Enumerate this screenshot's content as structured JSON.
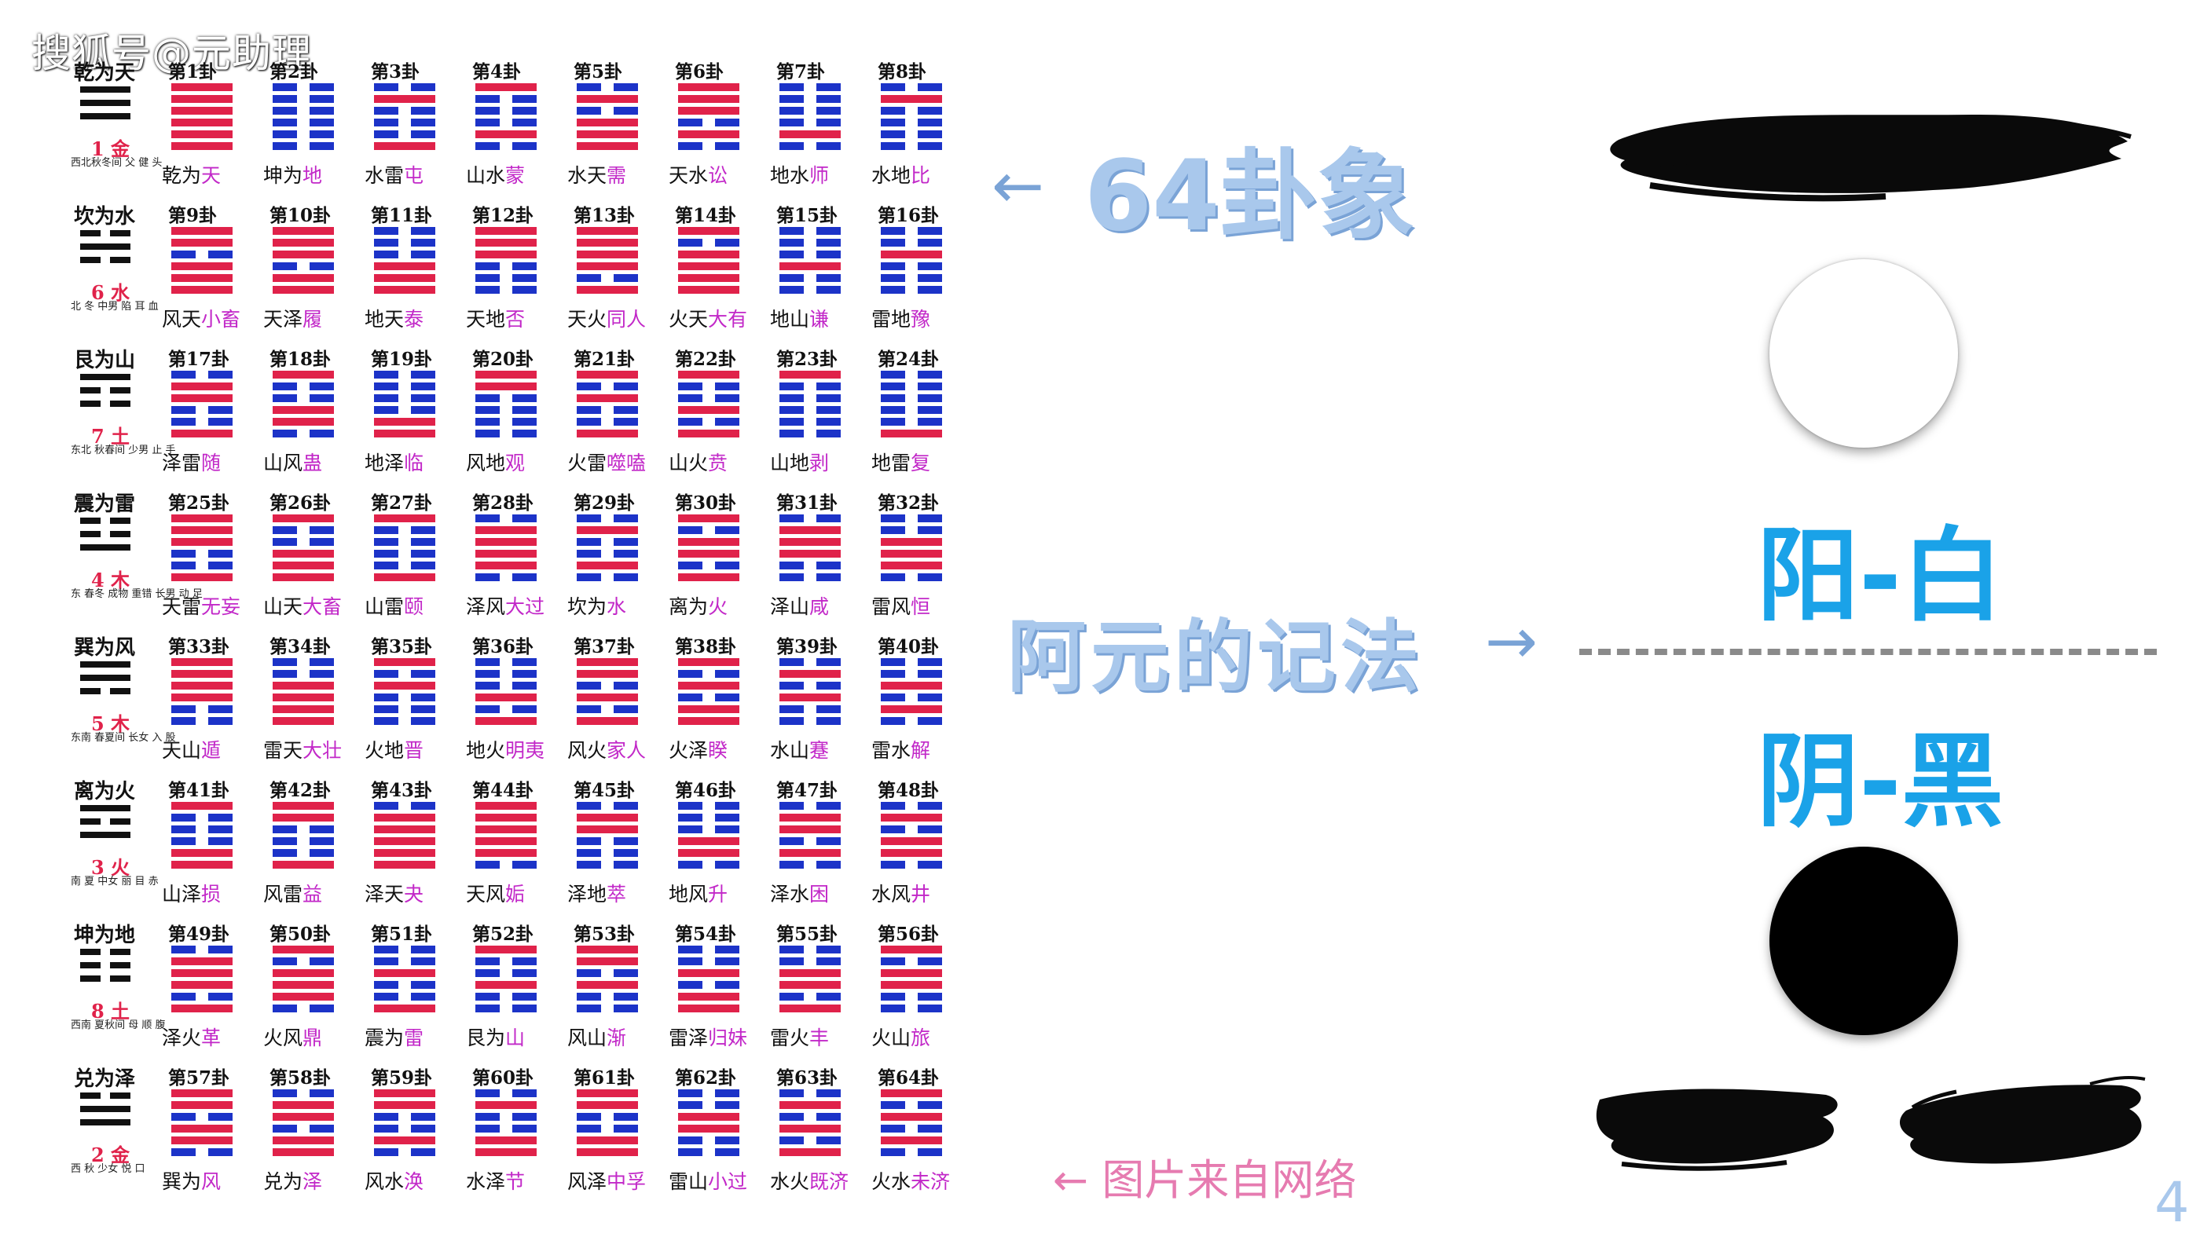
{
  "watermark": "搜狐号@元助理",
  "colors": {
    "yang_line": "#e0224a",
    "yin_line": "#1c33c8",
    "accent_blue": "#1aa2e8",
    "soft_blue": "#a9c8ec",
    "pink": "#e67bb0"
  },
  "trigrams": [
    {
      "name": "乾为天",
      "lines": "111",
      "number": "1 金",
      "sub": "西北秋冬间 父 健 头"
    },
    {
      "name": "坎为水",
      "lines": "010",
      "number": "6 水",
      "sub": "北 冬 中男 陷 耳 血"
    },
    {
      "name": "艮为山",
      "lines": "100",
      "number": "7 土",
      "sub": "东北 秋春间 少男 止 手"
    },
    {
      "name": "震为雷",
      "lines": "001",
      "number": "4 木",
      "sub": "东 春冬 成物 重错 长男 动 足"
    },
    {
      "name": "巽为风",
      "lines": "110",
      "number": "5 木",
      "sub": "东南 春夏间 长女 入 股"
    },
    {
      "name": "离为火",
      "lines": "101",
      "number": "3 火",
      "sub": "南 夏 中女 丽 目 赤"
    },
    {
      "name": "坤为地",
      "lines": "000",
      "number": "8 土",
      "sub": "西南 夏秋间 母 顺 腹"
    },
    {
      "name": "兑为泽",
      "lines": "011",
      "number": "2 金",
      "sub": "西 秋 少女 悦 口"
    }
  ],
  "hexagrams": [
    {
      "n": "第1卦",
      "a": "乾为",
      "b": "天",
      "l": "111111"
    },
    {
      "n": "第2卦",
      "a": "坤为",
      "b": "地",
      "l": "000000"
    },
    {
      "n": "第3卦",
      "a": "水雷",
      "b": "屯",
      "l": "010001"
    },
    {
      "n": "第4卦",
      "a": "山水",
      "b": "蒙",
      "l": "100010"
    },
    {
      "n": "第5卦",
      "a": "水天",
      "b": "需",
      "l": "010111"
    },
    {
      "n": "第6卦",
      "a": "天水",
      "b": "讼",
      "l": "111010"
    },
    {
      "n": "第7卦",
      "a": "地水",
      "b": "师",
      "l": "000010"
    },
    {
      "n": "第8卦",
      "a": "水地",
      "b": "比",
      "l": "010000"
    },
    {
      "n": "第9卦",
      "a": "风天",
      "b": "小畜",
      "l": "110111"
    },
    {
      "n": "第10卦",
      "a": "天泽",
      "b": "履",
      "l": "111011"
    },
    {
      "n": "第11卦",
      "a": "地天",
      "b": "泰",
      "l": "000111"
    },
    {
      "n": "第12卦",
      "a": "天地",
      "b": "否",
      "l": "111000"
    },
    {
      "n": "第13卦",
      "a": "天火",
      "b": "同人",
      "l": "111101"
    },
    {
      "n": "第14卦",
      "a": "火天",
      "b": "大有",
      "l": "101111"
    },
    {
      "n": "第15卦",
      "a": "地山",
      "b": "谦",
      "l": "000100"
    },
    {
      "n": "第16卦",
      "a": "雷地",
      "b": "豫",
      "l": "001000"
    },
    {
      "n": "第17卦",
      "a": "泽雷",
      "b": "随",
      "l": "011001"
    },
    {
      "n": "第18卦",
      "a": "山风",
      "b": "蛊",
      "l": "100110"
    },
    {
      "n": "第19卦",
      "a": "地泽",
      "b": "临",
      "l": "000011"
    },
    {
      "n": "第20卦",
      "a": "风地",
      "b": "观",
      "l": "110000"
    },
    {
      "n": "第21卦",
      "a": "火雷",
      "b": "噬嗑",
      "l": "101001"
    },
    {
      "n": "第22卦",
      "a": "山火",
      "b": "贲",
      "l": "100101"
    },
    {
      "n": "第23卦",
      "a": "山地",
      "b": "剥",
      "l": "100000"
    },
    {
      "n": "第24卦",
      "a": "地雷",
      "b": "复",
      "l": "000001"
    },
    {
      "n": "第25卦",
      "a": "天雷",
      "b": "无妄",
      "l": "111001"
    },
    {
      "n": "第26卦",
      "a": "山天",
      "b": "大畜",
      "l": "100111"
    },
    {
      "n": "第27卦",
      "a": "山雷",
      "b": "颐",
      "l": "100001"
    },
    {
      "n": "第28卦",
      "a": "泽风",
      "b": "大过",
      "l": "011110"
    },
    {
      "n": "第29卦",
      "a": "坎为",
      "b": "水",
      "l": "010010"
    },
    {
      "n": "第30卦",
      "a": "离为",
      "b": "火",
      "l": "101101"
    },
    {
      "n": "第31卦",
      "a": "泽山",
      "b": "咸",
      "l": "011100"
    },
    {
      "n": "第32卦",
      "a": "雷风",
      "b": "恒",
      "l": "001110"
    },
    {
      "n": "第33卦",
      "a": "天山",
      "b": "遁",
      "l": "111100"
    },
    {
      "n": "第34卦",
      "a": "雷天",
      "b": "大壮",
      "l": "001111"
    },
    {
      "n": "第35卦",
      "a": "火地",
      "b": "晋",
      "l": "101000"
    },
    {
      "n": "第36卦",
      "a": "地火",
      "b": "明夷",
      "l": "000101"
    },
    {
      "n": "第37卦",
      "a": "风火",
      "b": "家人",
      "l": "110101"
    },
    {
      "n": "第38卦",
      "a": "火泽",
      "b": "睽",
      "l": "101011"
    },
    {
      "n": "第39卦",
      "a": "水山",
      "b": "蹇",
      "l": "010100"
    },
    {
      "n": "第40卦",
      "a": "雷水",
      "b": "解",
      "l": "001010"
    },
    {
      "n": "第41卦",
      "a": "山泽",
      "b": "损",
      "l": "100011"
    },
    {
      "n": "第42卦",
      "a": "风雷",
      "b": "益",
      "l": "110001"
    },
    {
      "n": "第43卦",
      "a": "泽天",
      "b": "夬",
      "l": "011111"
    },
    {
      "n": "第44卦",
      "a": "天风",
      "b": "姤",
      "l": "111110"
    },
    {
      "n": "第45卦",
      "a": "泽地",
      "b": "萃",
      "l": "011000"
    },
    {
      "n": "第46卦",
      "a": "地风",
      "b": "升",
      "l": "000110"
    },
    {
      "n": "第47卦",
      "a": "泽水",
      "b": "困",
      "l": "011010"
    },
    {
      "n": "第48卦",
      "a": "水风",
      "b": "井",
      "l": "010110"
    },
    {
      "n": "第49卦",
      "a": "泽火",
      "b": "革",
      "l": "011101"
    },
    {
      "n": "第50卦",
      "a": "火风",
      "b": "鼎",
      "l": "101110"
    },
    {
      "n": "第51卦",
      "a": "震为",
      "b": "雷",
      "l": "001001"
    },
    {
      "n": "第52卦",
      "a": "艮为",
      "b": "山",
      "l": "100100"
    },
    {
      "n": "第53卦",
      "a": "风山",
      "b": "渐",
      "l": "110100"
    },
    {
      "n": "第54卦",
      "a": "雷泽",
      "b": "归妹",
      "l": "001011"
    },
    {
      "n": "第55卦",
      "a": "雷火",
      "b": "丰",
      "l": "001101"
    },
    {
      "n": "第56卦",
      "a": "火山",
      "b": "旅",
      "l": "101100"
    },
    {
      "n": "第57卦",
      "a": "巽为",
      "b": "风",
      "l": "110110"
    },
    {
      "n": "第58卦",
      "a": "兑为",
      "b": "泽",
      "l": "011011"
    },
    {
      "n": "第59卦",
      "a": "风水",
      "b": "涣",
      "l": "110010"
    },
    {
      "n": "第60卦",
      "a": "水泽",
      "b": "节",
      "l": "010011"
    },
    {
      "n": "第61卦",
      "a": "风泽",
      "b": "中孚",
      "l": "110011"
    },
    {
      "n": "第62卦",
      "a": "雷山",
      "b": "小过",
      "l": "001100"
    },
    {
      "n": "第63卦",
      "a": "水火",
      "b": "既济",
      "l": "010101"
    },
    {
      "n": "第64卦",
      "a": "火水",
      "b": "未济",
      "l": "101010"
    }
  ],
  "labels": {
    "hexagrams_title": "64卦象",
    "arrow_left": "←",
    "method": "阿元的记法",
    "arrow_right": "→",
    "yang": "阳-白",
    "yin": "阴-黑",
    "source": "← 图片来自网络",
    "page_number": "4"
  }
}
